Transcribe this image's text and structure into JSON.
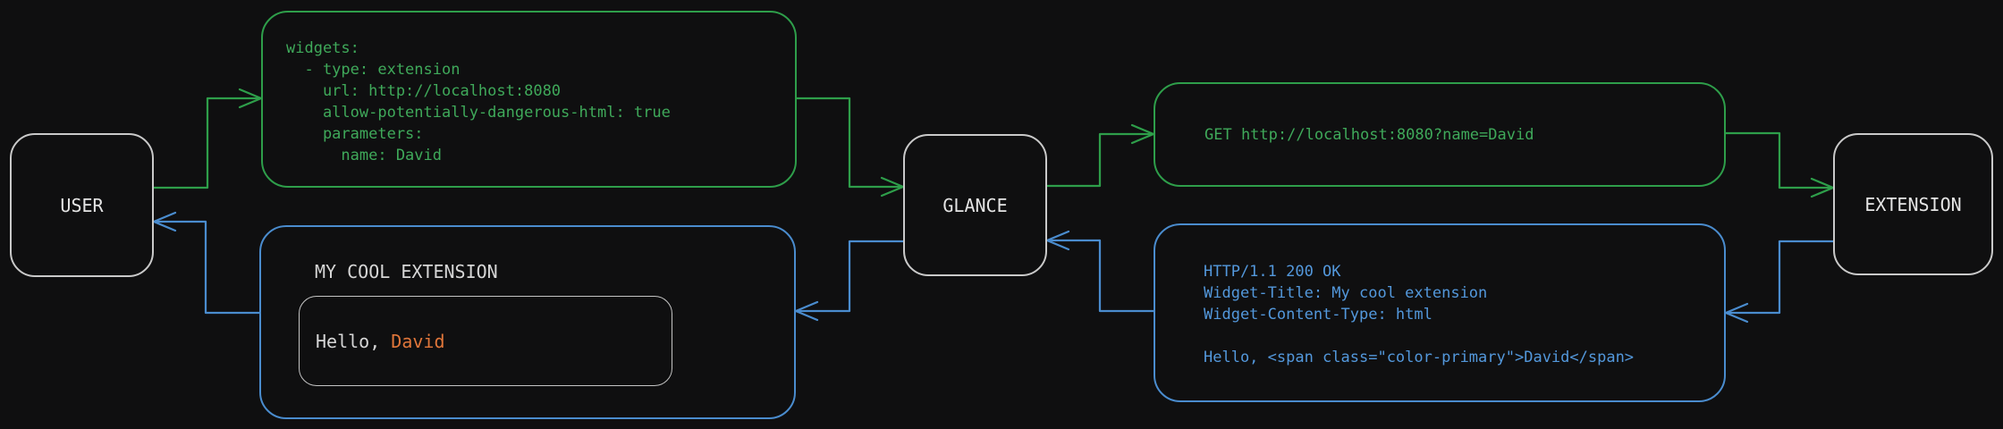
{
  "colors": {
    "request_green": "#2e9e4a",
    "request_text_green": "#3fa95a",
    "response_blue": "#4a8cce",
    "response_text_blue": "#5398dc",
    "accent_orange": "#e0763a",
    "node_border_gray": "#c9c9c9",
    "label_white": "#e4e4e4",
    "background": "#0f0f10"
  },
  "nodes": {
    "user": "USER",
    "glance": "GLANCE",
    "extension": "EXTENSION"
  },
  "config_box": {
    "lines": [
      "widgets:",
      "  - type: extension",
      "    url: http://localhost:8080",
      "    allow-potentially-dangerous-html: true",
      "    parameters:",
      "      name: David"
    ]
  },
  "request_box": {
    "text": "GET http://localhost:8080?name=David"
  },
  "response_box": {
    "lines": [
      "HTTP/1.1 200 OK",
      "Widget-Title: My cool extension",
      "Widget-Content-Type: html",
      "",
      "Hello, <span class=\"color-primary\">David</span>"
    ]
  },
  "widget_box": {
    "title": "MY COOL EXTENSION",
    "greeting_prefix": "Hello, ",
    "greeting_name": "David"
  }
}
